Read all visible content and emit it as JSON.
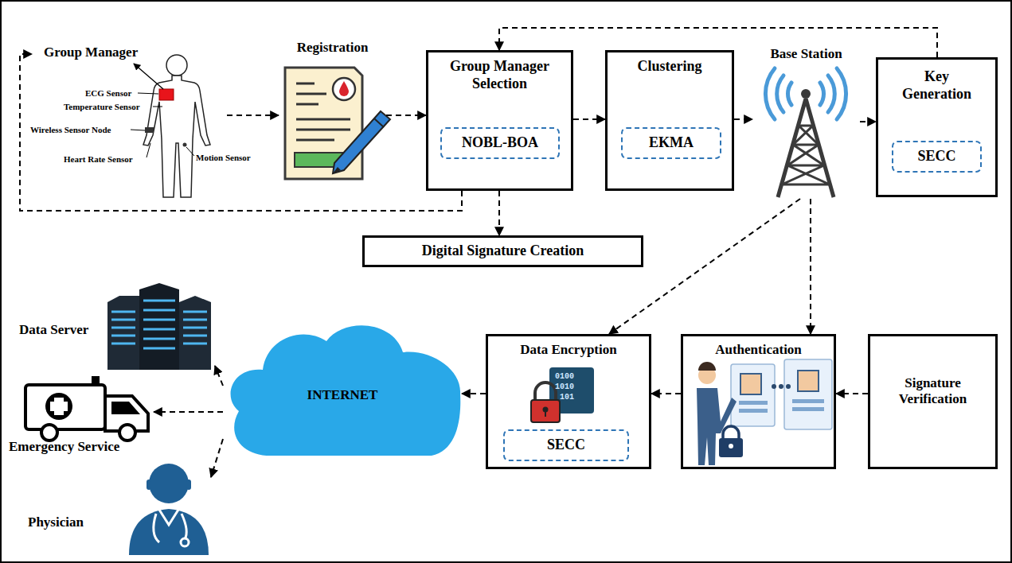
{
  "diagram": {
    "nodes": [
      {
        "text": [
          "Group Manager"
        ]
      },
      {
        "text": [
          "Registration"
        ]
      },
      {
        "text": [
          "Group Manager Selection"
        ]
      },
      {
        "text": [
          "NOBL-BOA"
        ],
        "in": 2
      },
      {
        "text": [
          "Clustering"
        ]
      },
      {
        "text": [
          "EKMA"
        ],
        "in": 4
      },
      {
        "text": [
          "Base Station"
        ]
      },
      {
        "text": [
          "Key Generation"
        ]
      },
      {
        "text": [
          "SECC"
        ],
        "in": 7
      },
      {
        "text": [
          "Digital Signature Creation"
        ]
      },
      {
        "text": [
          "Data Server"
        ]
      },
      {
        "text": [
          "Emergency Service"
        ]
      },
      {
        "text": [
          "Physician"
        ]
      },
      {
        "text": [
          "INTERNET"
        ]
      },
      {
        "text": [
          "Data Encryption"
        ]
      },
      {
        "text": [
          "SECC"
        ],
        "in": 14
      },
      {
        "text": [
          "Authentication"
        ]
      },
      {
        "text": [
          "Signature Verification"
        ]
      }
    ],
    "edges": [
      {
        "from": 0,
        "to": 1,
        "arrow": "to"
      },
      {
        "from": 1,
        "to": 2,
        "arrow": "to"
      },
      {
        "from": 2,
        "to": 0,
        "arrow": "to"
      },
      {
        "from": 2,
        "to": 4,
        "arrow": "to"
      },
      {
        "from": 2,
        "to": 9,
        "arrow": "to"
      },
      {
        "from": 4,
        "to": 6,
        "arrow": "to"
      },
      {
        "from": 6,
        "to": 7,
        "arrow": "to"
      },
      {
        "from": 7,
        "to": 2,
        "arrow": "to"
      },
      {
        "from": 6,
        "to": 14,
        "arrow": "to"
      },
      {
        "from": 6,
        "to": 16,
        "arrow": "to"
      },
      {
        "from": 17,
        "to": 16,
        "arrow": "to"
      },
      {
        "from": 16,
        "to": 14,
        "arrow": "to"
      },
      {
        "from": 14,
        "to": 13,
        "arrow": "to"
      },
      {
        "from": 13,
        "to": 10,
        "arrow": "to"
      },
      {
        "from": 13,
        "to": 11,
        "arrow": "to"
      },
      {
        "from": 13,
        "to": 12,
        "arrow": "to"
      }
    ],
    "labels": [
      "ECG Sensor",
      "Temperature Sensor",
      "Wireless Sensor Node",
      "Heart Rate Sensor",
      "Motion Sensor",
      "0100",
      "1010",
      "101"
    ]
  }
}
